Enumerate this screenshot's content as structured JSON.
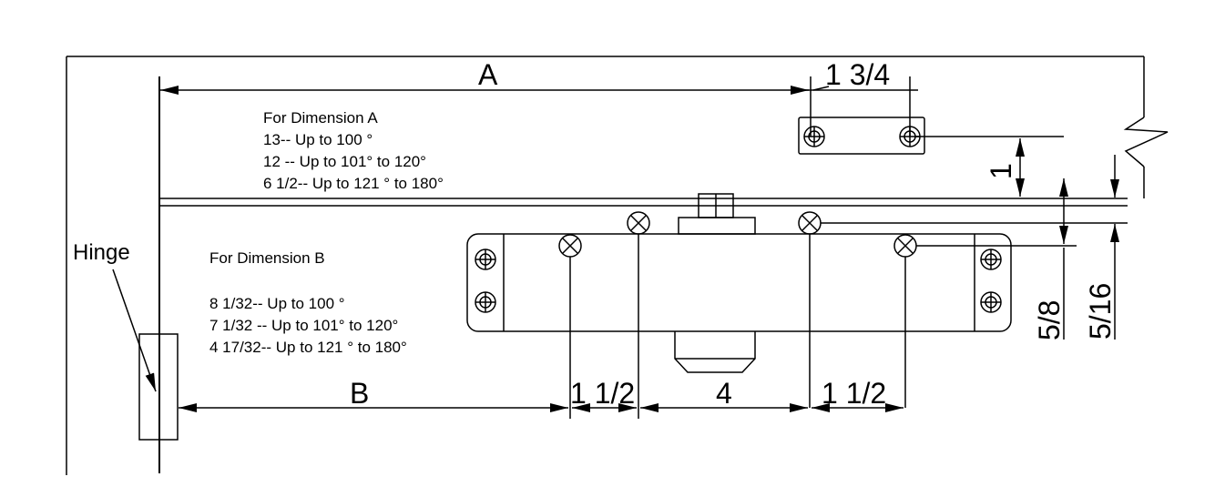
{
  "dimensions": {
    "a": "A",
    "b": "B",
    "bracket_span": "1 3/4",
    "bracket_offset": "1",
    "screw_spacing_left": "1 1/2",
    "screw_spacing_center": "4",
    "screw_spacing_right": "1 1/2",
    "five_eighths": "5/8",
    "five_sixteenths": "5/16"
  },
  "notes_a": {
    "title": "For Dimension A",
    "lines": [
      "13-- Up to 100 °",
      "12 -- Up to 101° to 120°",
      "6 1/2-- Up to 121 ° to 180°"
    ]
  },
  "notes_b": {
    "title": "For Dimension B",
    "lines": [
      "8 1/32-- Up to 100 °",
      "7 1/32 -- Up to 101° to 120°",
      "4 17/32-- Up to 121 ° to 180°"
    ]
  },
  "labels": {
    "hinge": "Hinge"
  }
}
